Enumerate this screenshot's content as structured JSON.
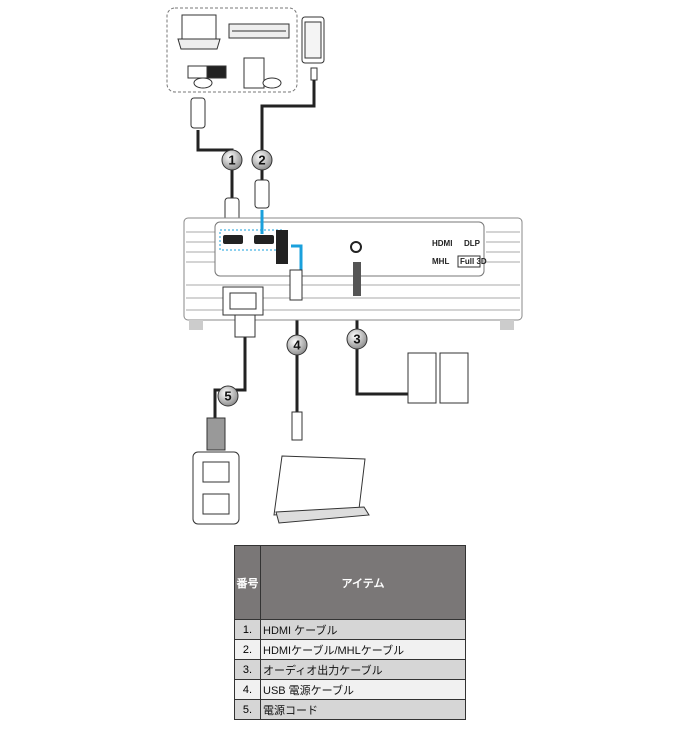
{
  "diagram": {
    "callouts": [
      "1",
      "2",
      "3",
      "4",
      "5"
    ],
    "logos": {
      "hdmi": "HDMI",
      "dlp": "DLP",
      "mhl": "MHL",
      "full3d": "Full 3D"
    },
    "accent_color": "#1aa0dc"
  },
  "table": {
    "headers": [
      "番号",
      "アイテム"
    ],
    "rows": [
      {
        "no": "1.",
        "item": "HDMI ケーブル"
      },
      {
        "no": "2.",
        "item": "HDMIケーブル/MHLケーブル"
      },
      {
        "no": "3.",
        "item": "オーディオ出力ケーブル"
      },
      {
        "no": "4.",
        "item": "USB 電源ケーブル"
      },
      {
        "no": "5.",
        "item": "電源コード"
      }
    ]
  }
}
